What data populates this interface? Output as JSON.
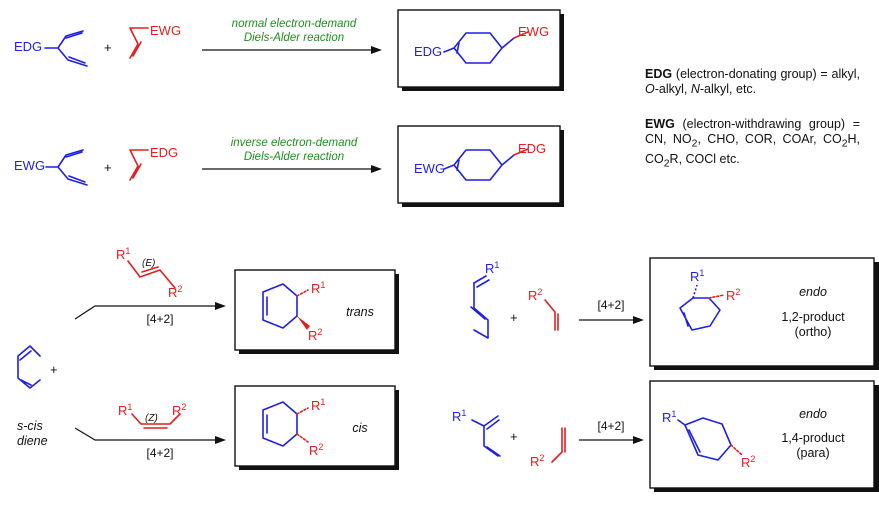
{
  "row1": {
    "diene_sub": "EDG",
    "dienophile_sub": "EWG",
    "plus": "+",
    "arrow_line1": "normal electron-demand",
    "arrow_line2": "Diels-Alder reaction",
    "product_sub_left": "EDG",
    "product_sub_right": "EWG"
  },
  "row2": {
    "diene_sub": "EWG",
    "dienophile_sub": "EDG",
    "plus": "+",
    "arrow_line1": "inverse electron-demand",
    "arrow_line2": "Diels-Alder reaction",
    "product_sub_left": "EWG",
    "product_sub_right": "EDG"
  },
  "notes": {
    "edg_term": "EDG",
    "edg_def": " (electron-donating group) = alkyl, ",
    "edg_o": "O",
    "edg_mid": "-alkyl, ",
    "edg_n": "N",
    "edg_end": "-alkyl, etc.",
    "ewg_term": "EWG",
    "ewg_def": " (electron-withdrawing group) = CN, NO",
    "ewg_rest1": ", CHO, COR, COAr, CO",
    "ewg_rest2": "H, CO",
    "ewg_rest3": "R, COCl etc.",
    "sub2": "2"
  },
  "stereo": {
    "diene_label_1": "s-cis",
    "diene_label_2": "diene",
    "plus": "+",
    "R1": "R",
    "R2": "R",
    "sup1": "1",
    "sup2": "2",
    "E": "(E)",
    "Z": "(Z)",
    "cond": "[4+2]",
    "trans": "trans",
    "cis": "cis"
  },
  "regio": {
    "plus": "+",
    "cond": "[4+2]",
    "R": "R",
    "sup1": "1",
    "sup2": "2",
    "endo": "endo",
    "p1_line1": "1,2-product",
    "p1_line2": "(ortho)",
    "p2_line1": "1,4-product",
    "p2_line2": "(para)"
  }
}
